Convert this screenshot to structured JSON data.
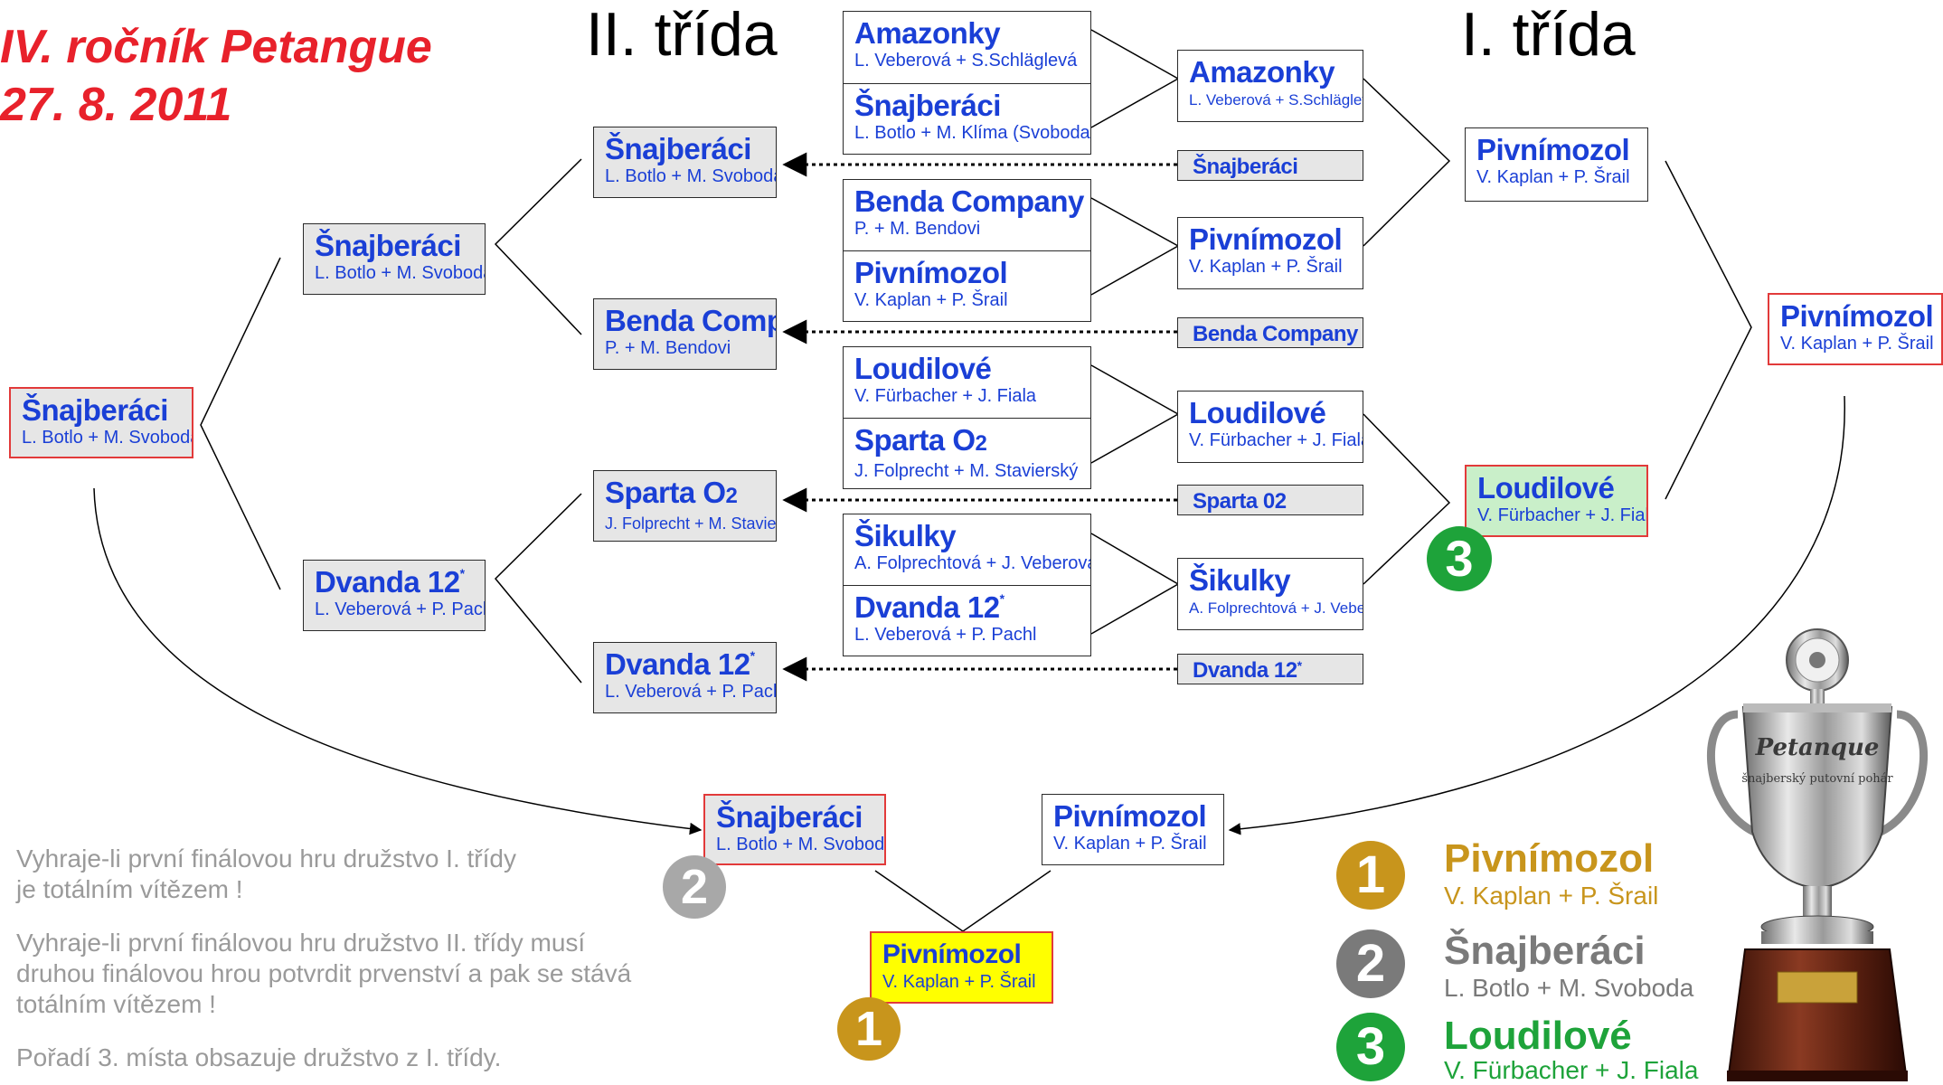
{
  "header": {
    "title_line1": "IV. ročník Petangue",
    "title_line2": "27. 8. 2011"
  },
  "headings": {
    "class2": "II. třída",
    "class1": "I. třída"
  },
  "teams": {
    "amazonky": {
      "name": "Amazonky",
      "players": "L. Veberová + S.Schläglevá"
    },
    "snajberaci_r1": {
      "name": "Šnajberáci",
      "players": "L. Botlo + M. Klíma (Svoboda)"
    },
    "benda_r1": {
      "name": "Benda Company",
      "players": "P. + M. Bendovi"
    },
    "pivnimozol_r1": {
      "name": "Pivnímozol",
      "players": "V. Kaplan + P. Šrail"
    },
    "loudilove_r1": {
      "name": "Loudilové",
      "players": "V. Fürbacher + J. Fiala"
    },
    "sparta_r1": {
      "name": "Sparta O",
      "name_sub": "2",
      "players": "J. Folprecht + M. Stavierský"
    },
    "sikulky_r1": {
      "name": "Šikulky",
      "players": "A. Folprechtová + J. Veberová"
    },
    "dvanda_r1": {
      "name": "Dvanda 12",
      "name_sup": "*",
      "players": "L. Veberová + P. Pachl"
    }
  },
  "winners_r1": {
    "amazonky": {
      "name": "Amazonky",
      "players": "L. Veberová + S.Schläglevá"
    },
    "pivnimozol": {
      "name": "Pivnímozol",
      "players": "V. Kaplan + P. Šrail"
    },
    "loudilove": {
      "name": "Loudilové",
      "players": "V. Fürbacher + J. Fiala"
    },
    "sikulky": {
      "name": "Šikulky",
      "players": "A. Folprechtová + J. Veberová"
    }
  },
  "losers_r1": {
    "snajberaci": "Šnajberáci",
    "benda": "Benda Company",
    "sparta": "Sparta 02",
    "dvanda": "Dvanda 12",
    "dvanda_sup": "*"
  },
  "class1": {
    "semi_top": {
      "name": "Pivnímozol",
      "players": "V. Kaplan + P. Šrail"
    },
    "semi_bottom": {
      "name": "Loudilové",
      "players": "V. Fürbacher + J. Fiala"
    },
    "winner": {
      "name": "Pivnímozol",
      "players": "V. Kaplan + P. Šrail"
    }
  },
  "class2": {
    "r1_snajberaci": {
      "name": "Šnajberáci",
      "players": "L. Botlo + M. Svoboda"
    },
    "r1_benda": {
      "name": "Benda Company",
      "players": "P. + M. Bendovi"
    },
    "r1_sparta": {
      "name": "Sparta O",
      "name_sub": "2",
      "players": "J. Folprecht + M. Stavierský"
    },
    "r1_dvanda": {
      "name": "Dvanda 12",
      "name_sup": "*",
      "players": "L. Veberová + P. Pachl"
    },
    "semi_snajberaci": {
      "name": "Šnajberáci",
      "players": "L. Botlo + M. Svoboda"
    },
    "semi_dvanda": {
      "name": "Dvanda 12",
      "name_sup": "*",
      "players": "L. Veberová + P. Pachl"
    },
    "winner": {
      "name": "Šnajberáci",
      "players": "L. Botlo + M. Svoboda"
    }
  },
  "final": {
    "left": {
      "name": "Šnajberáci",
      "players": "L. Botlo + M. Svoboda"
    },
    "right": {
      "name": "Pivnímozol",
      "players": "V. Kaplan + P. Šrail"
    },
    "champion": {
      "name": "Pivnímozol",
      "players": "V. Kaplan + P. Šrail"
    }
  },
  "notes": [
    "Vyhraje-li první finálovou hru družstvo I. třídy je totálním vítězem !",
    "Vyhraje-li první finálovou hru družstvo II. třídy musí druhou finálovou hrou potvrdit prvenství a pak se stává totálním vítězem !",
    "Pořadí 3. místa obsazuje družstvo z I. třídy."
  ],
  "results": [
    {
      "place": "1",
      "name": "Pivnímozol",
      "players": "V. Kaplan + P. Šrail",
      "color": "#c8951c"
    },
    {
      "place": "2",
      "name": "Šnajberáci",
      "players": "L. Botlo + M. Svoboda",
      "color": "#7a7a7a"
    },
    {
      "place": "3",
      "name": "Loudilové",
      "players": "V. Fürbacher + J. Fiala",
      "color": "#1ea33a"
    }
  ],
  "medals": {
    "gold": "1",
    "silver": "2",
    "bronze": "3"
  },
  "colors": {
    "team_blue": "#1a3fd6",
    "title_red": "#e8212b",
    "gold": "#c8951c",
    "silver": "#a8a8a8",
    "green": "#1ea33a"
  },
  "trophy": {
    "engraving": "Petanque",
    "engraving_sub": "šnajberský putovní pohár"
  }
}
